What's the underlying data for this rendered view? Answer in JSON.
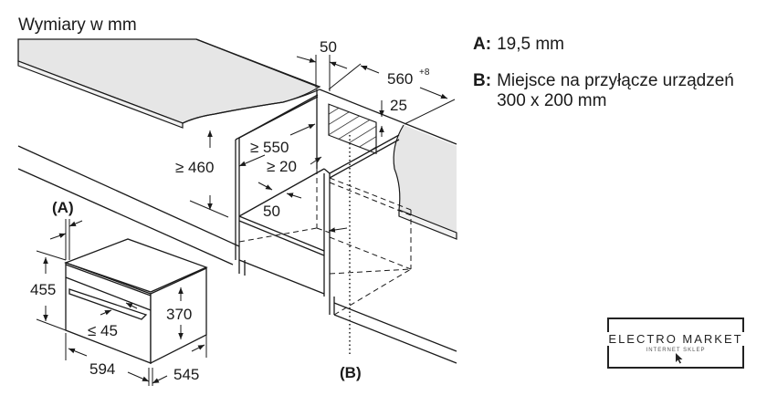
{
  "title": "Wymiary w mm",
  "legend": [
    {
      "key": "A:",
      "value": "19,5 mm"
    },
    {
      "key": "B:",
      "value": "Miejsce na przyłącze urządzeń\n300 x 200 mm"
    }
  ],
  "dimensions": {
    "gap_top": "50",
    "depth_top_base": "560",
    "depth_top_tolerance": "+8",
    "vent_height": "25",
    "depth_min": "≥ 550",
    "gap_min": "≥ 20",
    "shelf_gap": "50",
    "niche_height": "≥ 460",
    "label_a": "(A)",
    "label_b": "(B)",
    "oven_height": "455",
    "oven_inner_height": "370",
    "handle_depth": "≤ 45",
    "oven_width": "594",
    "oven_depth": "545"
  },
  "colors": {
    "line": "#1a1a1a",
    "worktop": "#e6e6e6",
    "background": "#ffffff"
  },
  "logo": {
    "title": "ELECTRO MARKET",
    "subtitle": "INTERNET SKLEP",
    "icon": "cursor-icon"
  }
}
